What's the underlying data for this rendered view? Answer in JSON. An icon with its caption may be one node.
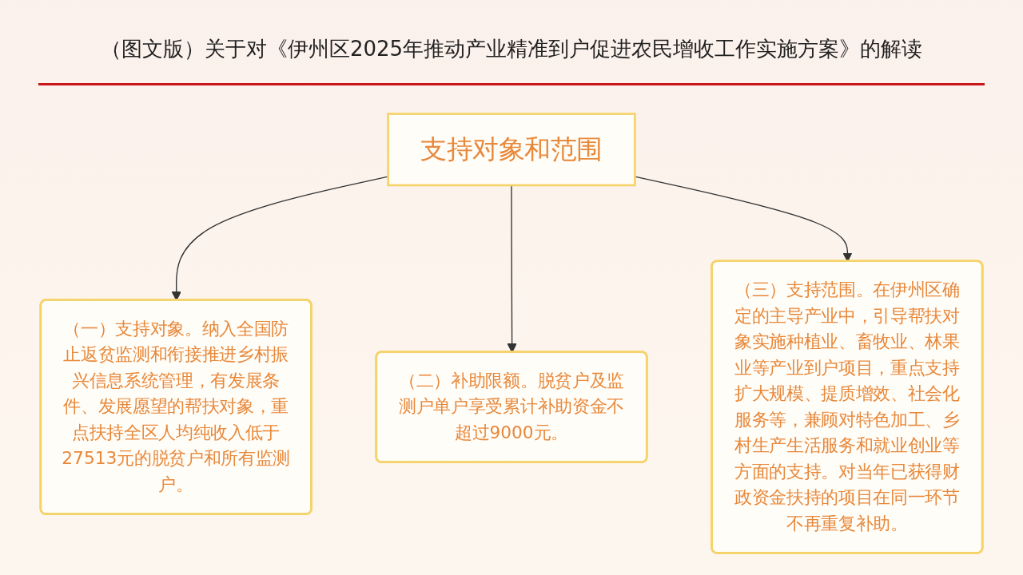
{
  "diagram": {
    "title": "（图文版）关于对《伊州区2025年推动产业精准到户促进农民增收工作实施方案》的解读",
    "nodes": [
      {
        "text": [
          "支持对象和范围"
        ]
      },
      {
        "text": [
          "（一）支持对象。纳入全国防止返贫监测和衔接推进乡村振兴信息系统管理，有发展条件、发展愿望的帮扶对象，重点扶持全区人均纯收入低于27513元的脱贫户和所有监测户。"
        ]
      },
      {
        "text": [
          "（二）补助限额。脱贫户及监测户单户享受累计补助资金不超过9000元。"
        ]
      },
      {
        "text": [
          "（三）支持范围。在伊州区确定的主导产业中，引导帮扶对象实施种植业、畜牧业、林果业等产业到户项目，重点支持扩大规模、提质增效、社会化服务等，兼顾对特色加工、乡村生产生活服务和就业创业等方面的支持。对当年已获得财政资金扶持的项目在同一环节不再重复补助。"
        ]
      }
    ],
    "edges": [
      {
        "from": 0,
        "to": 1,
        "arrow": "to"
      },
      {
        "from": 0,
        "to": 2,
        "arrow": "to"
      },
      {
        "from": 0,
        "to": 3,
        "arrow": "to"
      }
    ]
  }
}
